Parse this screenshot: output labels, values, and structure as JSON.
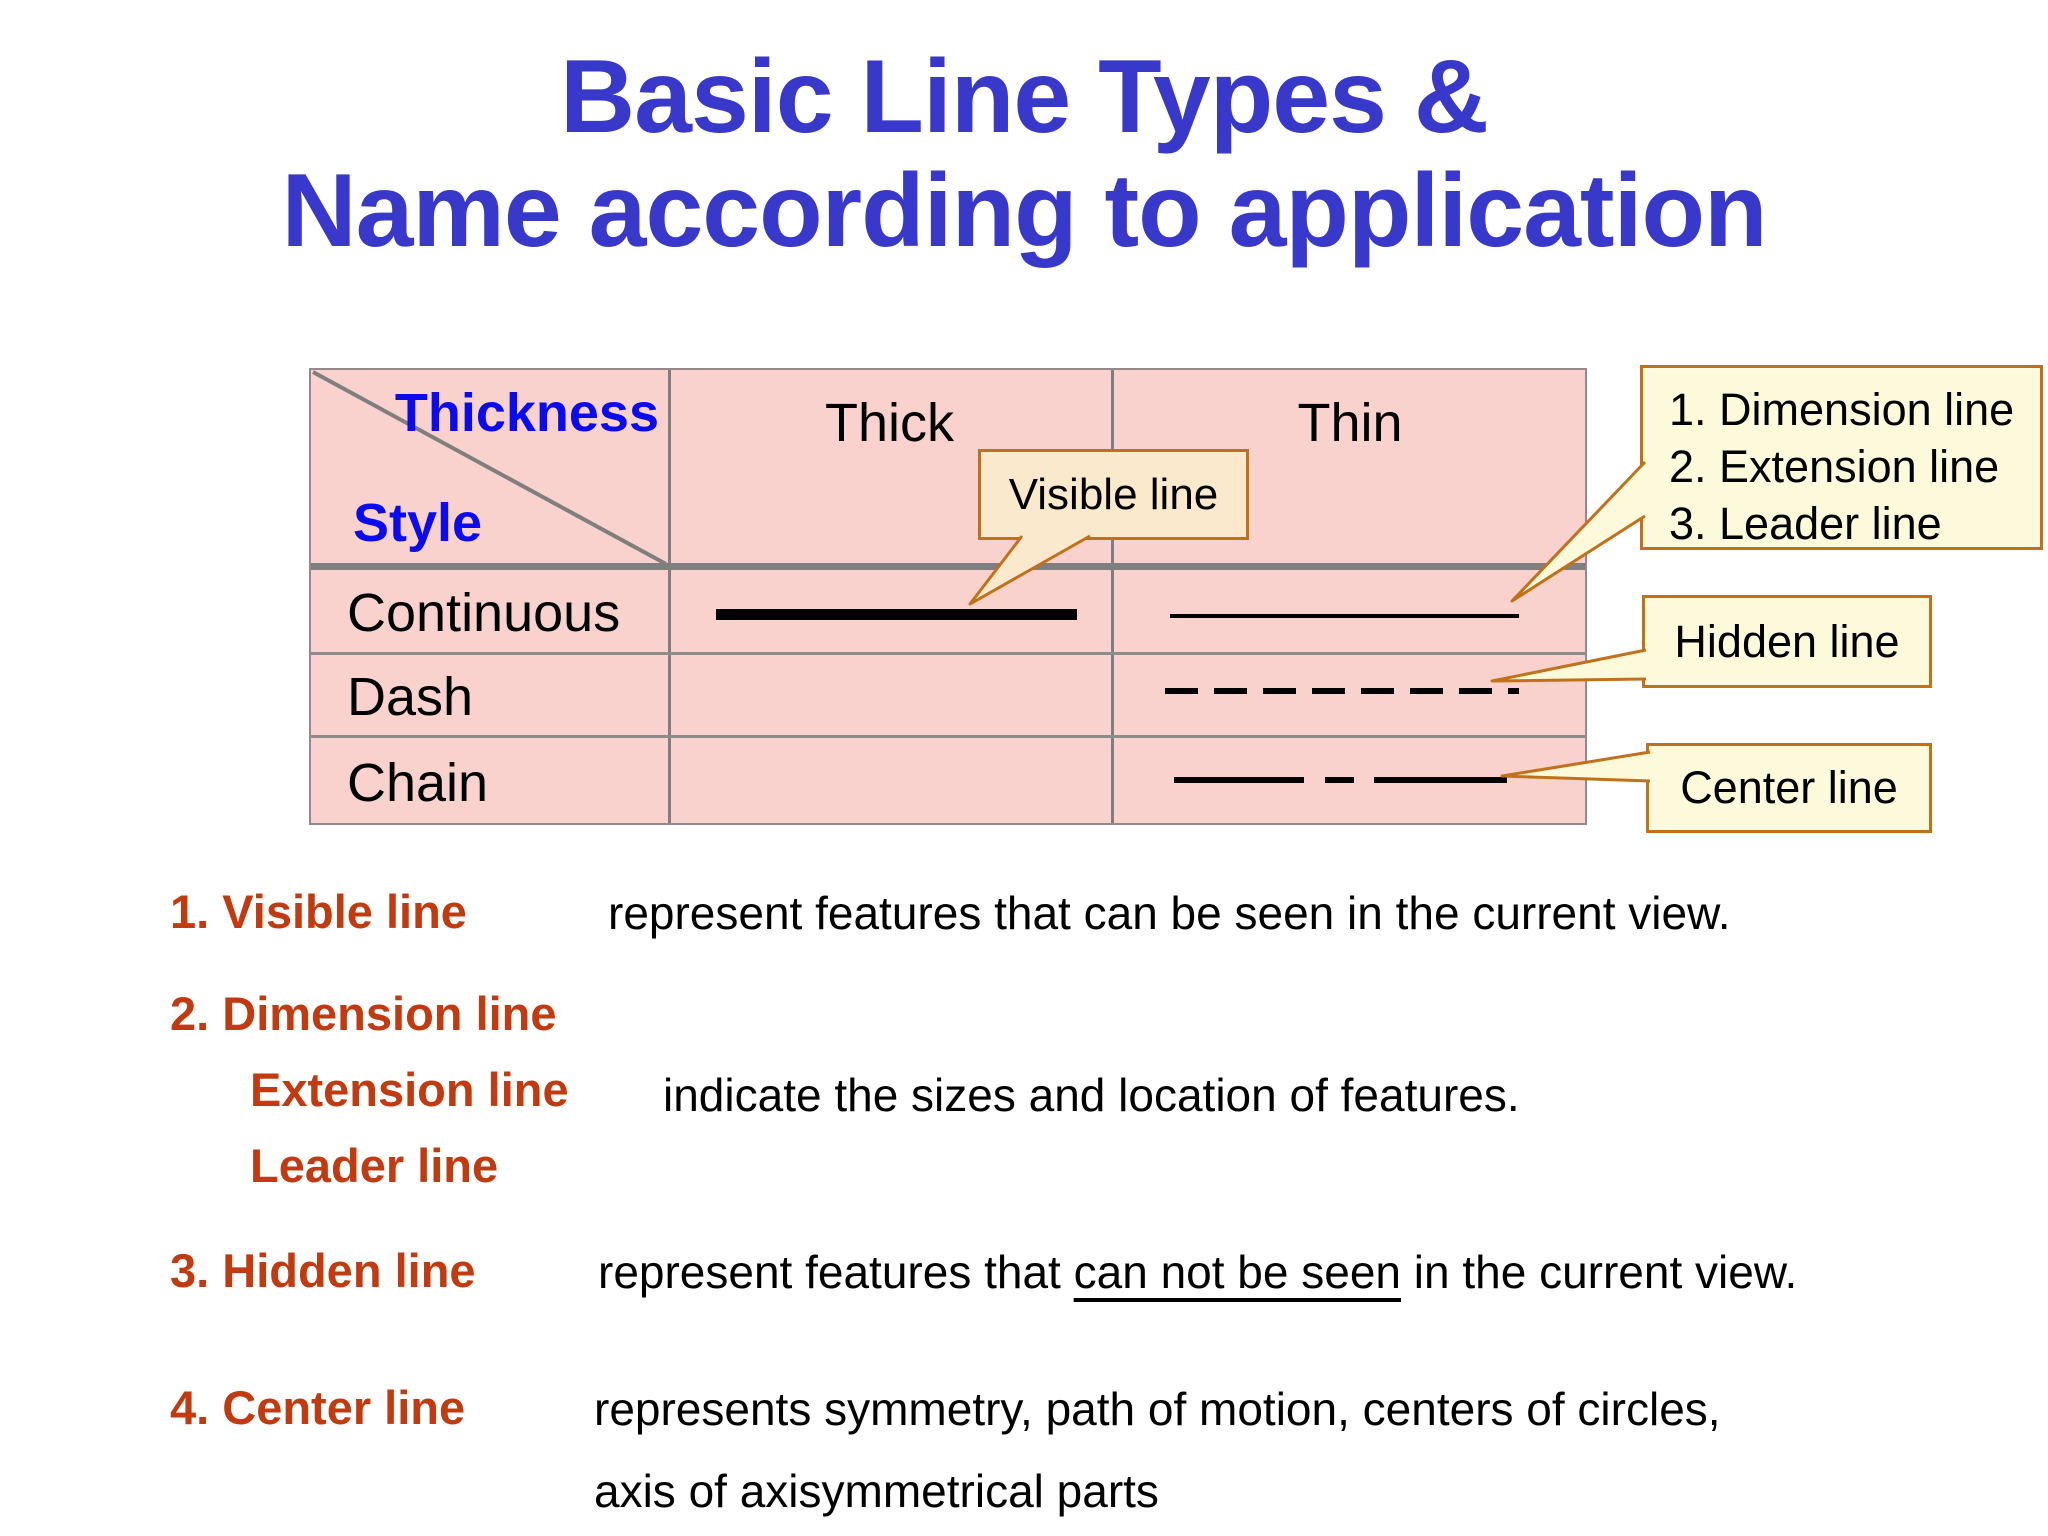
{
  "title": {
    "line1": "Basic Line Types &",
    "line2": "Name according to application"
  },
  "table": {
    "corner": {
      "thickness_label": "Thickness",
      "style_label": "Style"
    },
    "columns": [
      "Thick",
      "Thin"
    ],
    "rows": [
      "Continuous",
      "Dash",
      "Chain"
    ],
    "line_samples": {
      "thick_continuous": "thick solid black line",
      "thin_continuous": "thin solid black line",
      "thin_dash": "thin dashed black line",
      "thin_chain": "thin chain line (long-short-long)"
    }
  },
  "callouts": {
    "visible": {
      "label": "Visible line"
    },
    "dimension": {
      "lines": [
        "1. Dimension line",
        "2. Extension line",
        "3. Leader line"
      ]
    },
    "hidden": {
      "label": "Hidden line"
    },
    "center": {
      "label": "Center line"
    }
  },
  "definitions": [
    {
      "label": "1. Visible line",
      "text": "represent features that can be seen in the current view."
    },
    {
      "label": "2. Dimension line",
      "sub1": "Extension line",
      "sub2": "Leader line",
      "text": "indicate the sizes and location of features."
    },
    {
      "label": "3. Hidden line",
      "text_before": "represent features that ",
      "underlined": "can not be seen",
      "text_after": " in the current view."
    },
    {
      "label": "4. Center line",
      "text_line1": "represents symmetry, path of motion, centers of circles,",
      "text_line2": "axis of axisymmetrical parts"
    }
  ],
  "colors": {
    "title_blue": "#3838CA",
    "corner_label_blue": "#0B0BEF",
    "definition_red": "#C13A10",
    "table_pink": "#F9D1CD",
    "grid_gray": "#7F7F7F",
    "callout_border_orange": "#C2711B",
    "callout_fill_yellow": "#FDFADB",
    "callout_fill_over_table": "#FAE9CD",
    "line_black": "#000000"
  }
}
